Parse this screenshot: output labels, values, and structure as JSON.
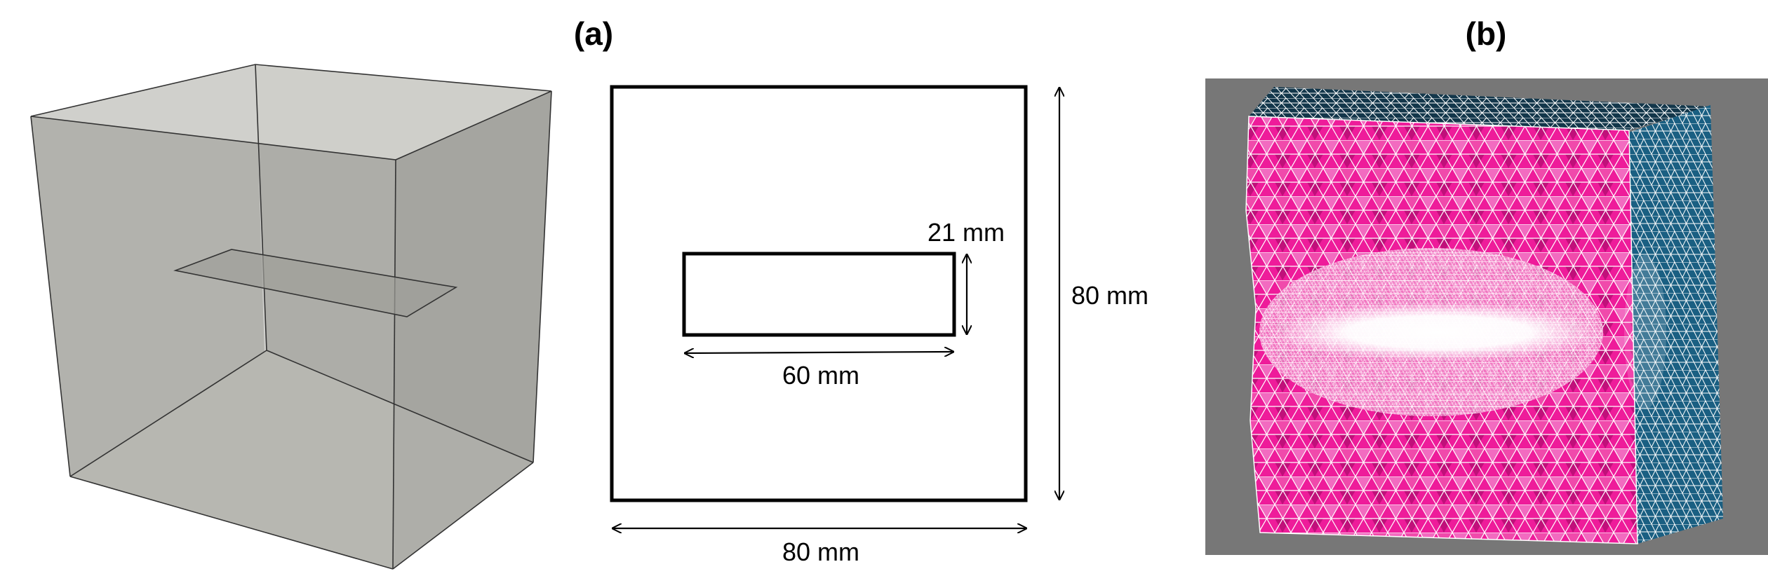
{
  "panels": {
    "a": {
      "label": "(a)"
    },
    "b": {
      "label": "(b)"
    }
  },
  "dimensions": {
    "block_width": "80 mm",
    "block_height": "80 mm",
    "crack_length": "60 mm",
    "crack_height": "21 mm"
  },
  "colors": {
    "cube_face": "#bdbdb8",
    "cube_floor": "#c8c8c2",
    "mesh_background": "#777777",
    "mesh_front": "#ee1c9a",
    "mesh_side": "#1a5f82",
    "mesh_top": "#12364a",
    "mesh_edges": "#ffffff"
  }
}
